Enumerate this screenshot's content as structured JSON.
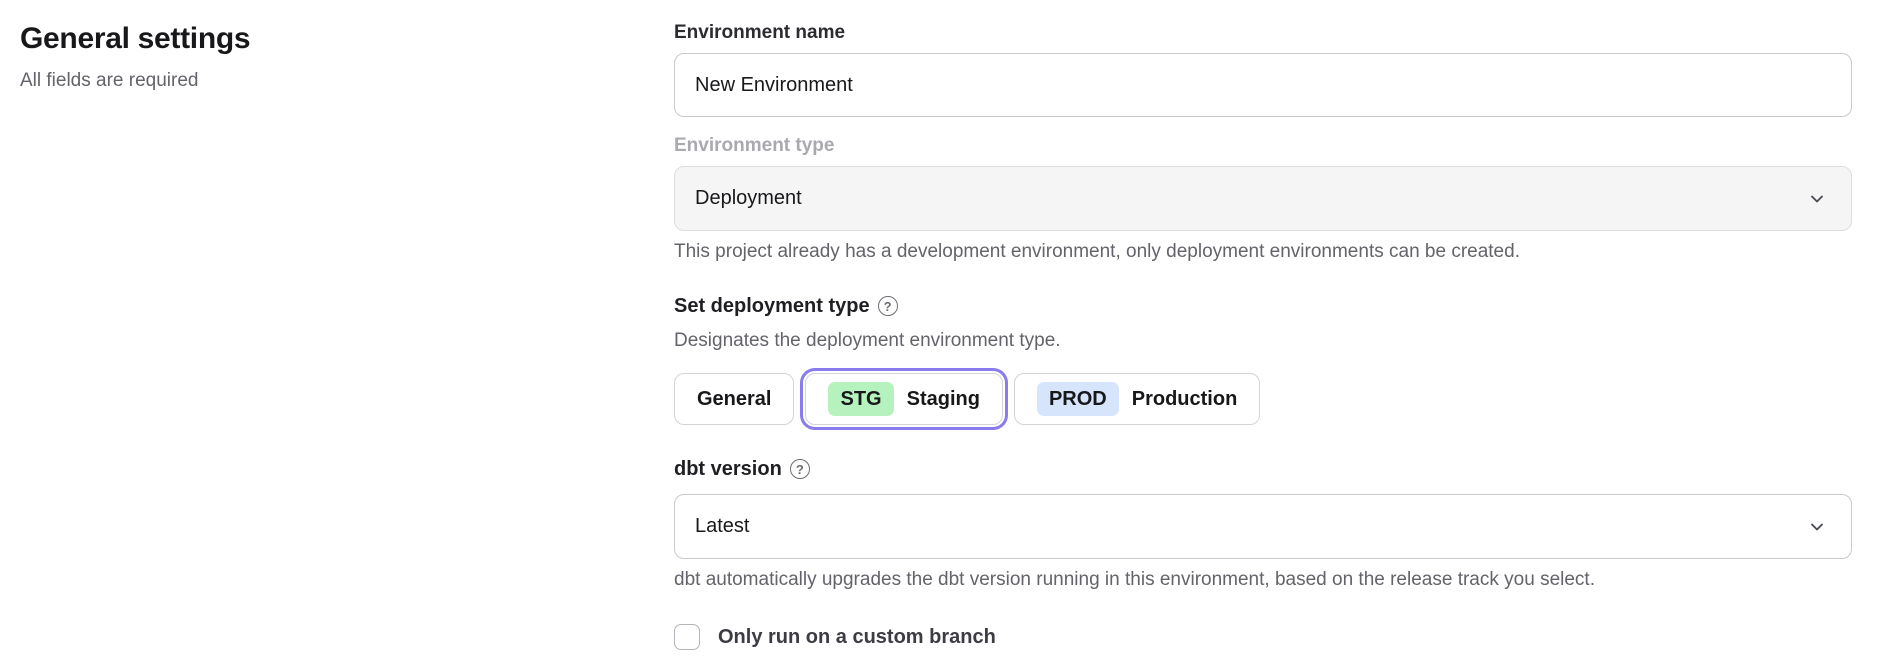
{
  "page": {
    "title": "General settings",
    "subtitle": "All fields are required"
  },
  "form": {
    "environment_name": {
      "label": "Environment name",
      "value": "New Environment"
    },
    "environment_type": {
      "label": "Environment type",
      "value": "Deployment",
      "disabled": true,
      "helper": "This project already has a development environment, only deployment environments can be created."
    },
    "deployment_type": {
      "label": "Set deployment type",
      "description": "Designates the deployment environment type.",
      "options": [
        {
          "label": "General",
          "selected": false
        },
        {
          "badge": "STG",
          "label": "Staging",
          "selected": true,
          "badge_color": "#b6f2bd"
        },
        {
          "badge": "PROD",
          "label": "Production",
          "selected": false,
          "badge_color": "#d6e5fc"
        }
      ]
    },
    "dbt_version": {
      "label": "dbt version",
      "value": "Latest",
      "helper": "dbt automatically upgrades the dbt version running in this environment, based on the release track you select."
    },
    "custom_branch": {
      "label": "Only run on a custom branch",
      "checked": false
    }
  },
  "icons": {
    "help_glyph": "?"
  },
  "colors": {
    "selected_ring": "#8a7cec",
    "badge_green": "#b6f2bd",
    "badge_blue": "#d6e5fc",
    "disabled_bg": "#f5f5f6",
    "border": "#c9c9ce",
    "muted_text": "#63636a"
  }
}
